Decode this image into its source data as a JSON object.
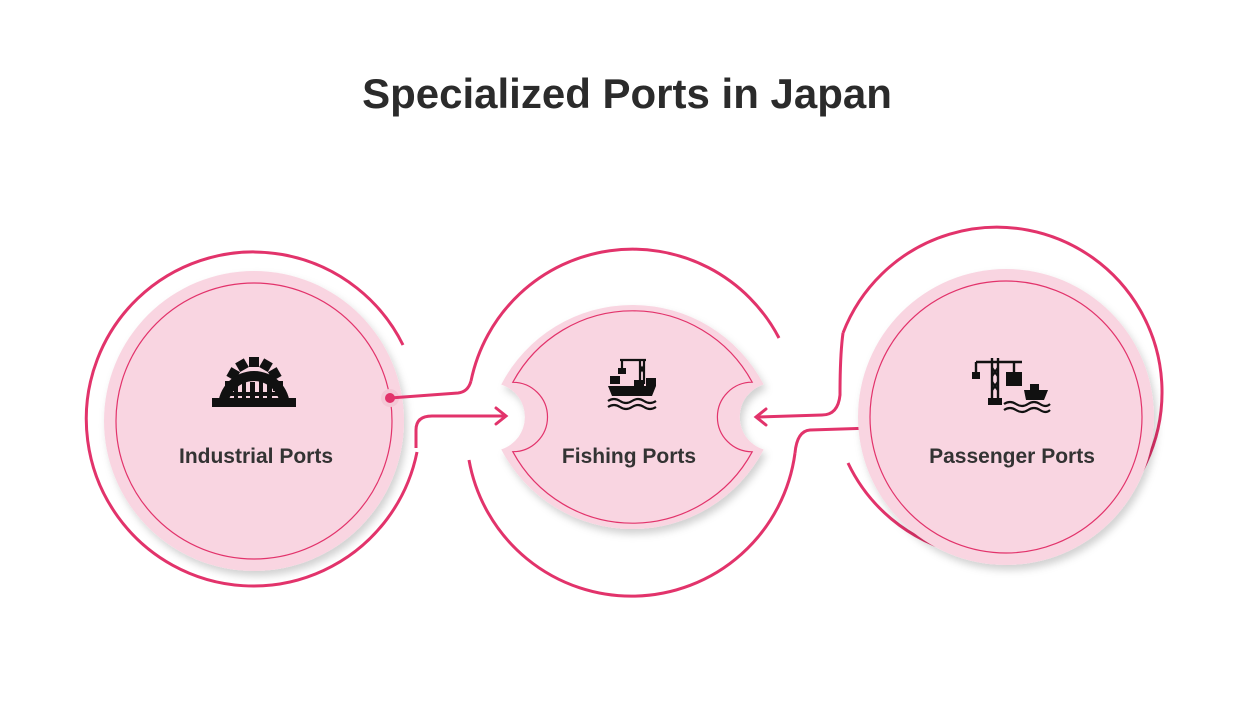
{
  "title": "Specialized Ports in Japan",
  "nodes": [
    {
      "id": "industrial",
      "label": "Industrial Ports",
      "icon": "factory-gear-icon"
    },
    {
      "id": "fishing",
      "label": "Fishing Ports",
      "icon": "crane-ship-icon"
    },
    {
      "id": "passenger",
      "label": "Passenger Ports",
      "icon": "port-crane-container-icon"
    }
  ],
  "colors": {
    "accent": "#e2336b",
    "fill": "#f9d5e1",
    "fill_outer": "#f4c8d6",
    "text": "#333333",
    "title": "#2b2b2b"
  }
}
